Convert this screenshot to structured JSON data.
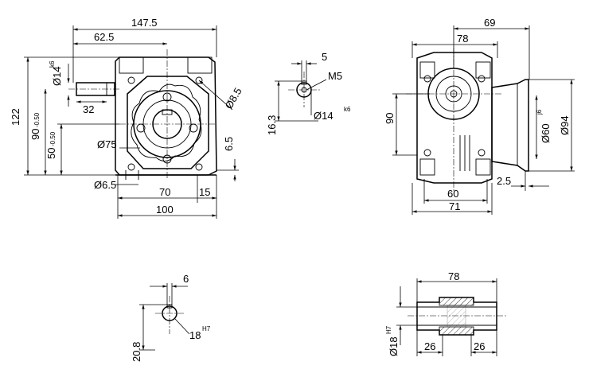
{
  "front_view": {
    "width_total": "147.5",
    "width_shaft": "62.5",
    "shaft_dia": "Ø14",
    "shaft_dia_tol": "k6",
    "shaft_len": "32",
    "height_total": "122",
    "height_mid": "90",
    "height_mid_tol": "-0.50",
    "height_low": "50",
    "height_low_tol": "-0.50",
    "hole_dia": "Ø8.5",
    "pcd": "Ø75",
    "foot_thick": "6.5",
    "foot_hole": "Ø6.5",
    "foot_span": "70",
    "foot_edge": "15",
    "base_width": "100"
  },
  "shaft_detail": {
    "key_width": "5",
    "thread": "M5",
    "key_height": "16.3",
    "dia": "Ø14",
    "dia_tol": "k6"
  },
  "side_view": {
    "width_top": "69",
    "width_mid": "78",
    "height": "90",
    "flange_spigot": "Ø60",
    "flange_spigot_tol": "j6",
    "flange_od": "Ø94",
    "spigot_depth": "2.5",
    "width_low": "60",
    "width_base": "71"
  },
  "bore_detail": {
    "key_width": "6",
    "bore": "18",
    "bore_tol": "H7",
    "key_depth": "20.8"
  },
  "hollow_shaft": {
    "length": "78",
    "bore": "Ø18",
    "bore_tol": "H7",
    "left_len": "26",
    "right_len": "26"
  }
}
